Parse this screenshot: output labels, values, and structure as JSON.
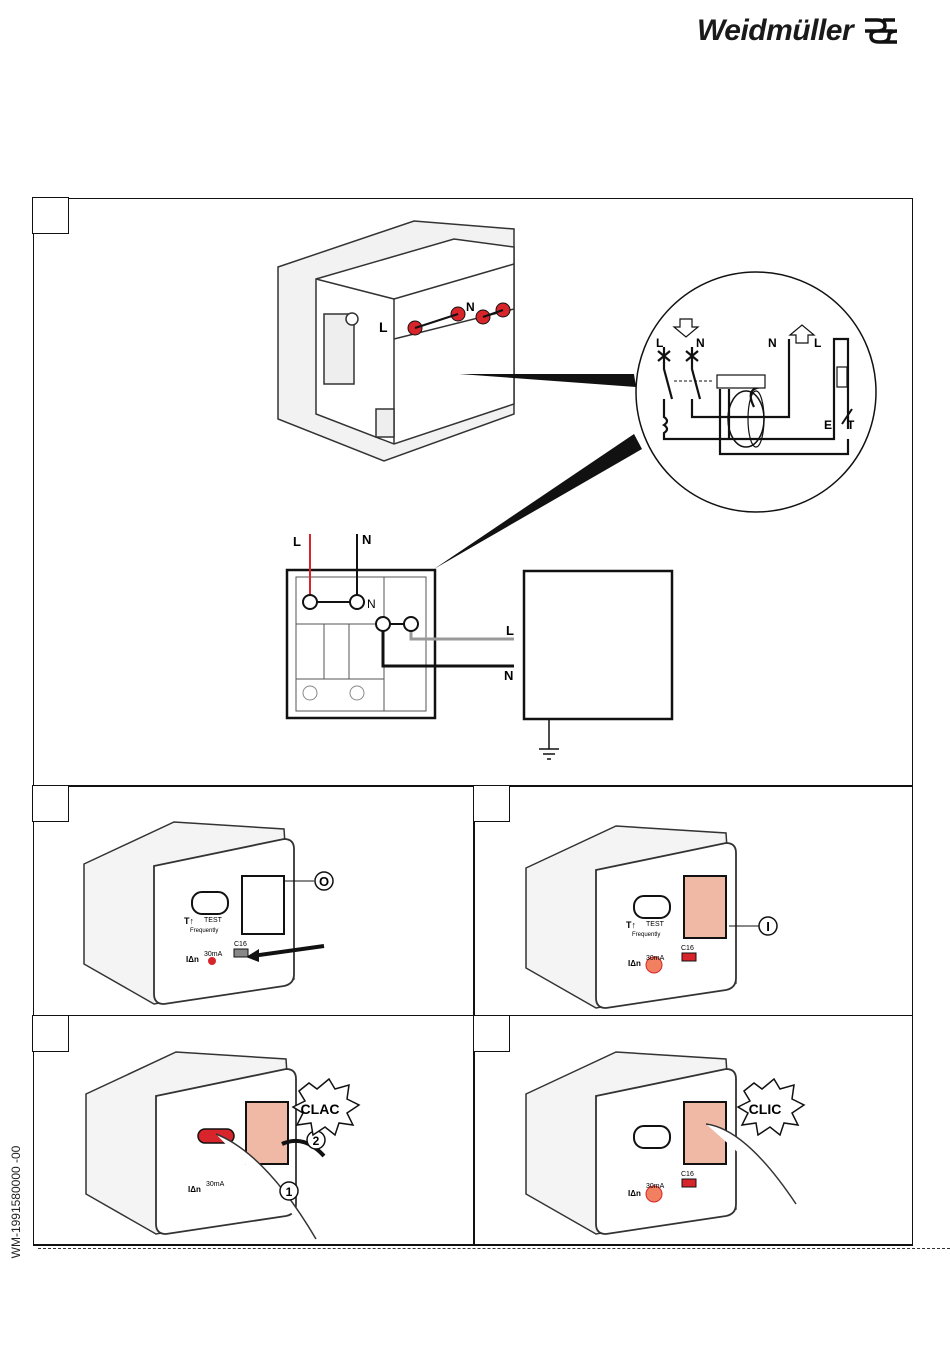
{
  "header": {
    "brand": "Weidmüller",
    "logo_icon": "weidmuller-logo-icon"
  },
  "document_code": "WM-1991580000 -00",
  "colors": {
    "terminal_red": "#d8252b",
    "line_red": "#d8252b",
    "switch_pink": "#f0b9a6",
    "grey_wire": "#999999",
    "ink": "#111111"
  },
  "panel1": {
    "wiring": {
      "L": "L",
      "N": "N",
      "device_N": "N",
      "load_L": "L",
      "load_N": "N"
    },
    "device_labels": {
      "L": "L",
      "N": "N"
    },
    "schematic": {
      "L_in": "L",
      "N_in": "N",
      "N_out": "N",
      "L_out": "L",
      "E": "E",
      "T": "T"
    }
  },
  "device": {
    "test": "TEST",
    "test_symbol": "T↑",
    "frequently": "Frequently",
    "idn": "IΔn",
    "ma": "30mA",
    "rating": "C16"
  },
  "panel2": {
    "callout": "O"
  },
  "panel3": {
    "callout": "I"
  },
  "panel4": {
    "step1": "1",
    "step2": "2",
    "sound": "CLAC"
  },
  "panel5": {
    "sound": "CLIC"
  }
}
